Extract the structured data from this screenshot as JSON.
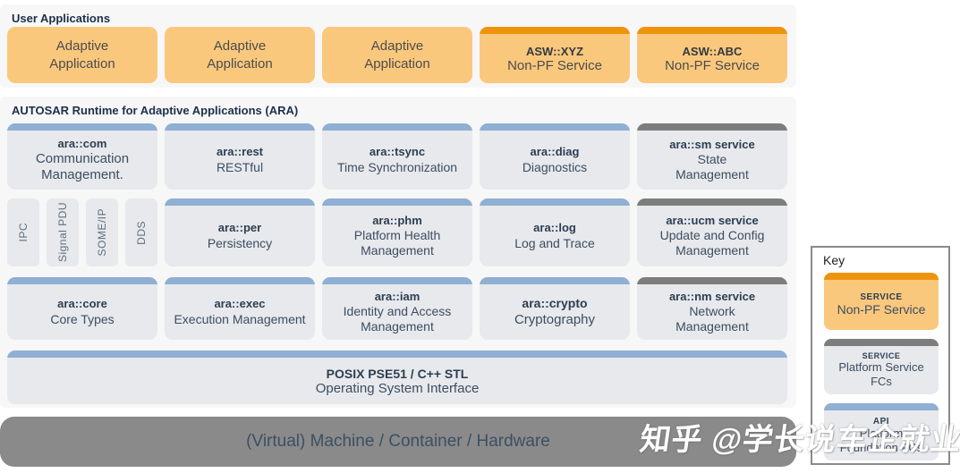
{
  "colors": {
    "orange_body": "#fac87d",
    "orange_stripe": "#f0930c",
    "gray_body": "#e7e9ec",
    "blue_stripe": "#8fafd3",
    "dark_gray_stripe": "#7d7d7d",
    "section_bg": "#f7f7f8",
    "bottom_bar": "#8a8a8a",
    "heading_text": "#1c2f4a"
  },
  "user_applications": {
    "heading": "User Applications",
    "apps": [
      "Adaptive\nApplication",
      "Adaptive\nApplication",
      "Adaptive\nApplication"
    ],
    "services": [
      {
        "title": "ASW::XYZ",
        "subtitle": "Non-PF Service"
      },
      {
        "title": "ASW::ABC",
        "subtitle": "Non-PF Service"
      }
    ]
  },
  "ara": {
    "heading": "AUTOSAR Runtime for Adaptive Applications (ARA)",
    "row1": [
      {
        "title": "ara::com",
        "subtitle": "Communication\nManagement."
      },
      {
        "title": "ara::rest",
        "subtitle": "RESTful"
      },
      {
        "title": "ara::tsync",
        "subtitle": "Time Synchronization"
      },
      {
        "title": "ara::diag",
        "subtitle": "Diagnostics"
      },
      {
        "title": "ara::sm service",
        "subtitle": "State\nManagement"
      }
    ],
    "protocols": [
      "IPC",
      "Signal PDU",
      "SOME/IP",
      "DDS"
    ],
    "row2": [
      {
        "title": "ara::per",
        "subtitle": "Persistency"
      },
      {
        "title": "ara::phm",
        "subtitle": "Platform Health\nManagement"
      },
      {
        "title": "ara::log",
        "subtitle": "Log and Trace"
      },
      {
        "title": "ara::ucm service",
        "subtitle": "Update and Config\nManagement"
      }
    ],
    "row3": [
      {
        "title": "ara::core",
        "subtitle": "Core Types"
      },
      {
        "title": "ara::exec",
        "subtitle": "Execution Management"
      },
      {
        "title": "ara::iam",
        "subtitle": "Identity and Access\nManagement"
      },
      {
        "title": "ara::crypto",
        "subtitle": "Cryptography"
      },
      {
        "title": "ara::nm service",
        "subtitle": "Network\nManagement"
      }
    ],
    "os_box": {
      "title": "POSIX PSE51 / C++ STL",
      "subtitle": "Operating System Interface"
    }
  },
  "bottom_bar": {
    "label": "(Virtual) Machine / Container / Hardware"
  },
  "key": {
    "heading": "Key",
    "items": [
      {
        "tag": "SERVICE",
        "label": "Non-PF Service"
      },
      {
        "tag": "SERVICE",
        "label": "Platform Service FCs"
      },
      {
        "tag": "API",
        "label": "Platform\nFoundation FCs"
      }
    ]
  },
  "watermark": {
    "text": "知乎 @学长说车企就业"
  }
}
